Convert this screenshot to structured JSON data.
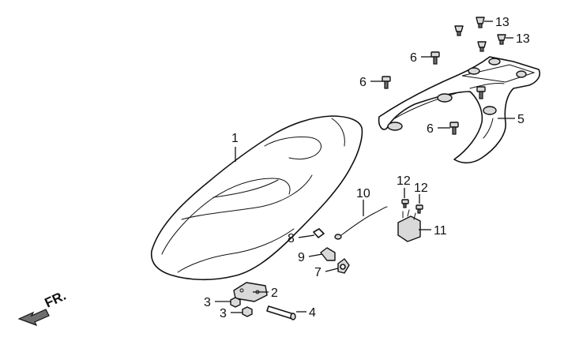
{
  "direction_label": "FR.",
  "callouts": {
    "c1": "1",
    "c2": "2",
    "c3a": "3",
    "c3b": "3",
    "c4": "4",
    "c5": "5",
    "c6a": "6",
    "c6b": "6",
    "c6c": "6",
    "c7": "7",
    "c8": "8",
    "c9": "9",
    "c10": "10",
    "c11": "11",
    "c12a": "12",
    "c12b": "12",
    "c13a": "13",
    "c13b": "13"
  }
}
